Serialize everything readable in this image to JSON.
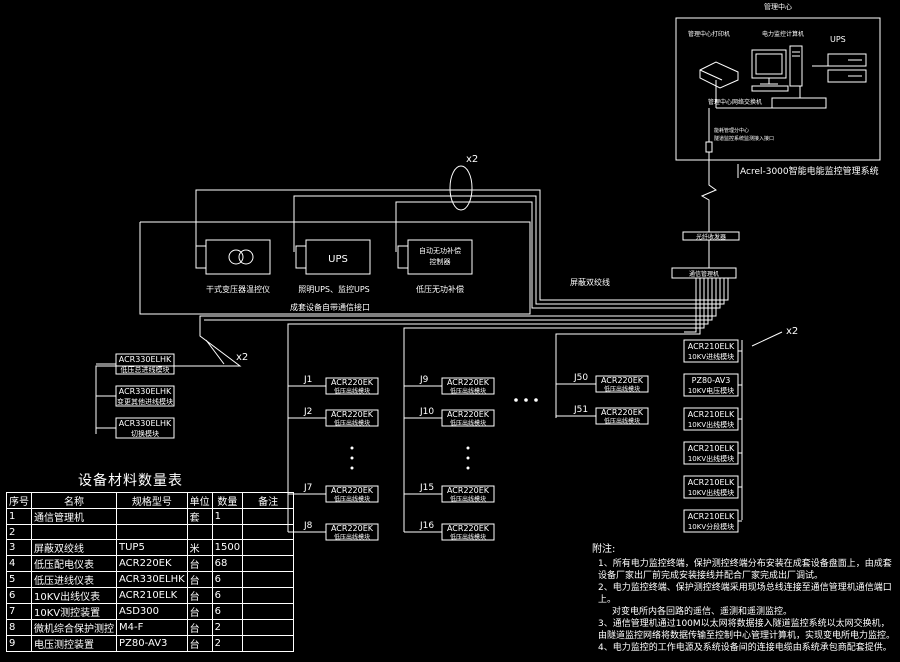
{
  "control_center": {
    "title": "管理中心",
    "printer_label": "管理中心打印机",
    "pc_label": "电力监控计算机",
    "ups_label": "UPS",
    "switch_label": "管理中心网络交换机",
    "remote_label": "能耗管理分中心\n隧道监控系统监测接入接口",
    "system_name": "Acrel-3000智能电能监控管理系统"
  },
  "converter_label": "光纤收发器",
  "hub_label": "通信管理机",
  "cable_label": "屏蔽双绞线",
  "x2_top": "x2",
  "x2_left": "x2",
  "x2_right": "x2",
  "devices": {
    "transformer": "干式变压器温控仪",
    "ups": "UPS",
    "ups_caption": "照明UPS、监控UPS",
    "capacitor_inner": "自动无功补偿控制器",
    "capacitor_caption": "低压无功补偿",
    "bottom_caption": "成套设备自带通信接口"
  },
  "left_modules": [
    {
      "model": "ACR330ELHK",
      "desc": "低压总进线模块"
    },
    {
      "model": "ACR330ELHK",
      "desc": "变更其他进线模块"
    },
    {
      "model": "ACR330ELHK",
      "desc": "切换模块"
    }
  ],
  "columns": [
    {
      "rows": [
        {
          "id": "J1",
          "model": "ACR220EK",
          "desc": "低压出线模块"
        },
        {
          "id": "J2",
          "model": "ACR220EK",
          "desc": "低压出线模块"
        },
        {
          "id": "J7",
          "model": "ACR220EK",
          "desc": "低压出线模块"
        },
        {
          "id": "J8",
          "model": "ACR220EK",
          "desc": "低压出线模块"
        }
      ]
    },
    {
      "rows": [
        {
          "id": "J9",
          "model": "ACR220EK",
          "desc": "低压出线模块"
        },
        {
          "id": "J10",
          "model": "ACR220EK",
          "desc": "低压出线模块"
        },
        {
          "id": "J15",
          "model": "ACR220EK",
          "desc": "低压出线模块"
        },
        {
          "id": "J16",
          "model": "ACR220EK",
          "desc": "低压出线模块"
        }
      ]
    },
    {
      "rows": [
        {
          "id": "J50",
          "model": "ACR220EK",
          "desc": "低压出线模块"
        },
        {
          "id": "J51",
          "model": "ACR220EK",
          "desc": "低压出线模块"
        }
      ]
    }
  ],
  "hv_modules": [
    {
      "model": "ACR210ELK",
      "desc": "10KV进线模块"
    },
    {
      "model": "PZ80-AV3",
      "desc": "10KV电压模块"
    },
    {
      "model": "ACR210ELK",
      "desc": "10KV出线模块"
    },
    {
      "model": "ACR210ELK",
      "desc": "10KV出线模块"
    },
    {
      "model": "ACR210ELK",
      "desc": "10KV出线模块"
    },
    {
      "model": "ACR210ELK",
      "desc": "10KV分段模块"
    }
  ],
  "table": {
    "title": "设备材料数量表",
    "headers": [
      "序号",
      "名称",
      "规格型号",
      "单位",
      "数量",
      "备注"
    ],
    "rows": [
      [
        "1",
        "通信管理机",
        "",
        "套",
        "1",
        ""
      ],
      [
        "2",
        "",
        "",
        "",
        "",
        ""
      ],
      [
        "3",
        "屏蔽双绞线",
        "TUP5",
        "米",
        "1500",
        ""
      ],
      [
        "4",
        "低压配电仪表",
        "ACR220EK",
        "台",
        "68",
        ""
      ],
      [
        "5",
        "低压进线仪表",
        "ACR330ELHK",
        "台",
        "6",
        ""
      ],
      [
        "6",
        "10KV出线仪表",
        "ACR210ELK",
        "台",
        "6",
        ""
      ],
      [
        "7",
        "10KV测控装置",
        "ASD300",
        "台",
        "6",
        ""
      ],
      [
        "8",
        "微机综合保护测控",
        "M4-F",
        "台",
        "2",
        ""
      ],
      [
        "9",
        "电压测控装置",
        "PZ80-AV3",
        "台",
        "2",
        ""
      ]
    ]
  },
  "notes": {
    "title": "附注:",
    "items": [
      "1、所有电力监控终端，保护测控终端分布安装在成套设备盘面上，由成套设备厂家出厂前完成安装接线并配合厂家完成出厂调试。",
      "2、电力监控终端、保护测控终端采用现场总线连接至通信管理机通信端口上。",
      "对变电所内各回路的遥信、遥测和遥测监控。",
      "3、通信管理机通过100M以太网将数据接入隧道监控系统以太网交换机，由隧道监控网络将数据传输至控制中心管理计算机，实现变电所电力监控。",
      "4、电力监控的工作电源及系统设备间的连接电缆由系统承包商配套提供。"
    ]
  }
}
